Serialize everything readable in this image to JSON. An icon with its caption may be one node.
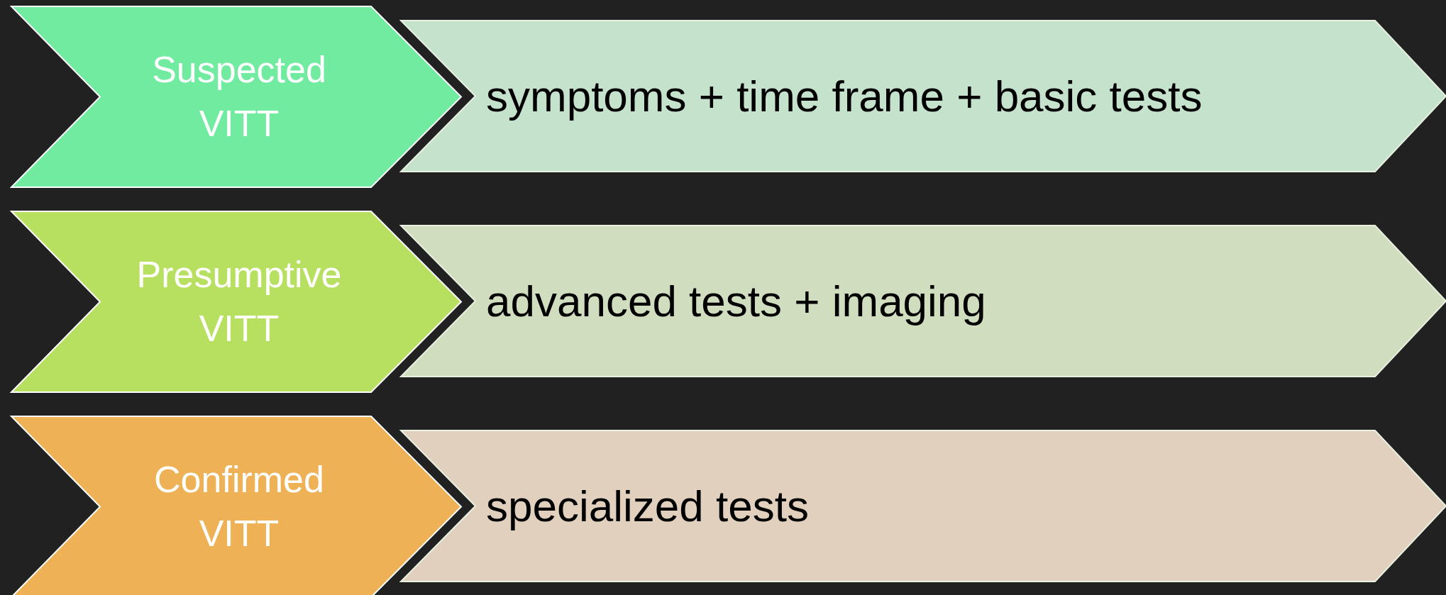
{
  "diagram": {
    "nodes": [
      {
        "text": [
          "Suspected VITT"
        ]
      },
      {
        "text": [
          "symptoms + time frame + basic tests"
        ]
      },
      {
        "text": [
          "Presumptive VITT"
        ]
      },
      {
        "text": [
          "advanced tests + imaging"
        ]
      },
      {
        "text": [
          "Confirmed VITT"
        ]
      },
      {
        "text": [
          "specialized tests"
        ]
      }
    ]
  }
}
